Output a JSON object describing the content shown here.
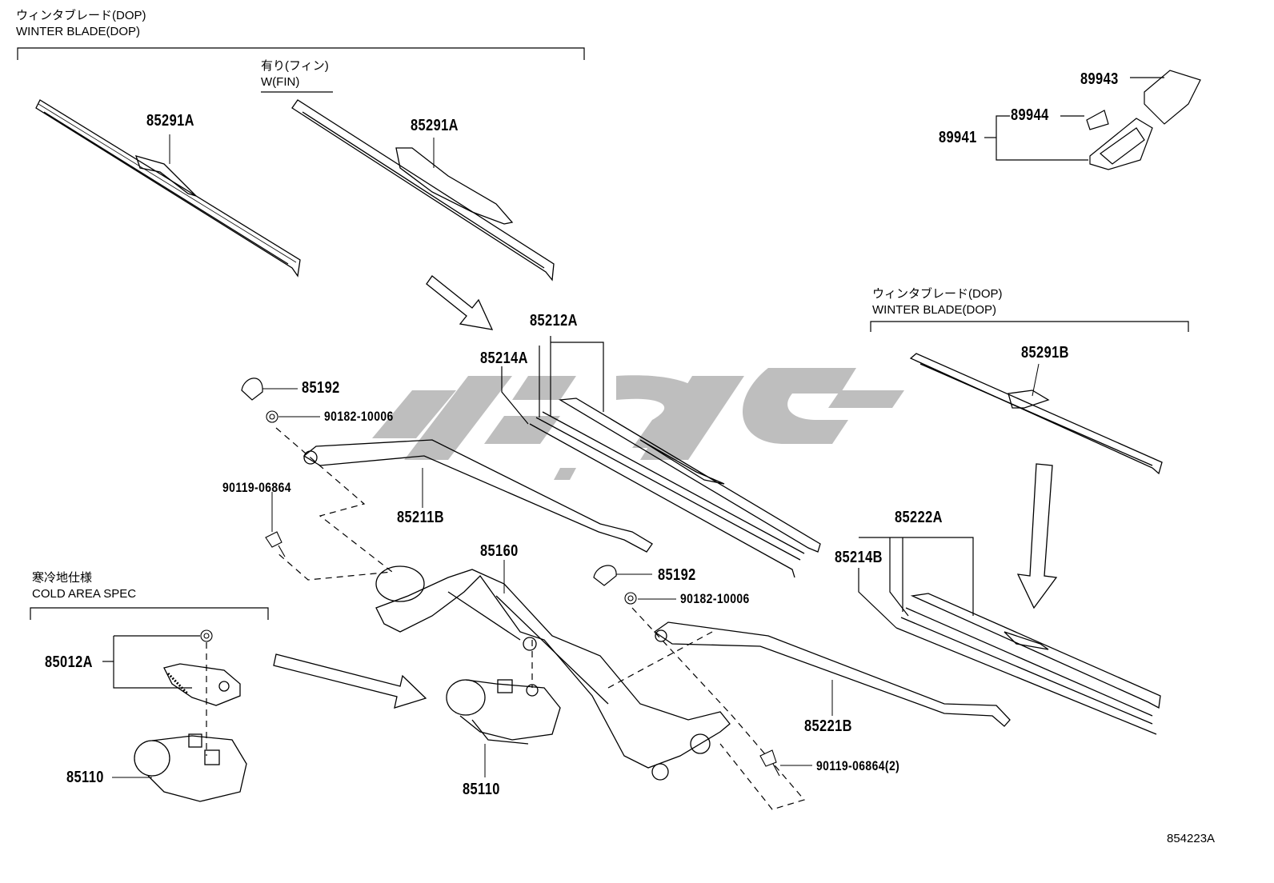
{
  "notes": {
    "winter_blade_left_jp": "ウィンタブレード(DOP)",
    "winter_blade_left_en": "WINTER BLADE(DOP)",
    "fin_jp": "有り(フィン)",
    "fin_en": "W(FIN)",
    "winter_blade_right_jp": "ウィンタブレード(DOP)",
    "winter_blade_right_en": "WINTER BLADE(DOP)",
    "cold_area_jp": "寒冷地仕様",
    "cold_area_en": "COLD AREA SPEC"
  },
  "parts": {
    "p85291a_1": "85291A",
    "p85291a_2": "85291A",
    "p89943": "89943",
    "p89944": "89944",
    "p89941": "89941",
    "p85212a": "85212A",
    "p85214a": "85214A",
    "p85192_1": "85192",
    "p90182_1": "90182-10006",
    "p90119_1": "90119-06864",
    "p85211b": "85211B",
    "p85160": "85160",
    "p85192_2": "85192",
    "p90182_2": "90182-10006",
    "p85291b": "85291B",
    "p85222a": "85222A",
    "p85214b": "85214B",
    "p85012a": "85012A",
    "p85110_1": "85110",
    "p85110_2": "85110",
    "p85221b": "85221B",
    "p90119_2": "90119-06864(2)"
  },
  "diagram_code": "854223A",
  "icons": {
    "arrows": [
      "flow-arrow-icon"
    ],
    "watermark": "watermark-logo"
  }
}
